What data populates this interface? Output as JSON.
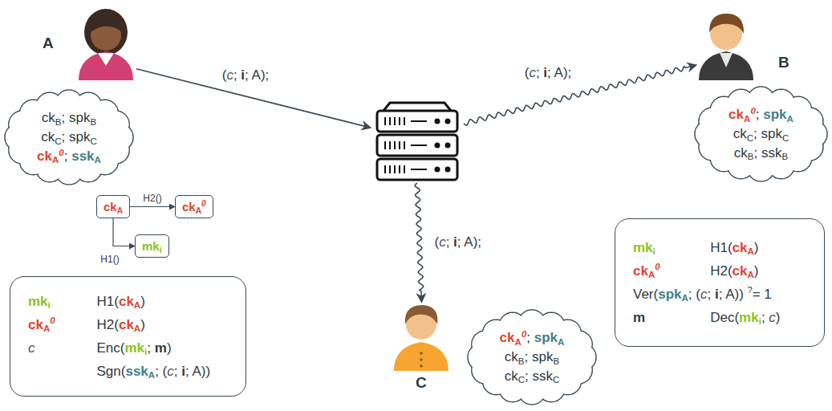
{
  "diagram": {
    "nodes": [
      {
        "text": [
          "A"
        ]
      },
      {
        "text": []
      },
      {
        "text": [
          "B"
        ]
      },
      {
        "text": [
          "ckB; spkB",
          "ckC; spkC",
          "ckA0; sskA"
        ]
      },
      {
        "text": [
          "ckA0; spkA",
          "ckC; spkC",
          "ckB; sskB"
        ]
      },
      {
        "text": [
          "ckA"
        ]
      },
      {
        "text": [
          "ckA0"
        ]
      },
      {
        "text": [
          "mki"
        ]
      },
      {
        "text": [
          "mki",
          "H1(ckA)",
          "ckA0",
          "H2(ckA)",
          "Ver(spkA; (c; i; A)) ?= 1",
          "m",
          "Dec(mki; c)"
        ]
      },
      {
        "text": [
          "C"
        ]
      },
      {
        "text": [
          "ckA0; spkA",
          "ckB; spkB",
          "ckC; sskC"
        ]
      },
      {
        "text": [
          "mki",
          "H1(ckA)",
          "ckA0",
          "H2(ckA)",
          "c",
          "Enc(mki; m)",
          "Sgn(sskA; (c; i; A))"
        ]
      }
    ],
    "edges": [
      {
        "from": 0,
        "to": 1,
        "arrow": "to",
        "label": "(c; i; A);"
      },
      {
        "from": 1,
        "to": 2,
        "arrow": "to",
        "label": "(c; i; A);"
      },
      {
        "from": 1,
        "to": 9,
        "arrow": "to",
        "label": "(c; i; A);"
      },
      {
        "from": 5,
        "to": 6,
        "arrow": "to",
        "label": "H2()"
      },
      {
        "from": 5,
        "to": 7,
        "arrow": "to",
        "label": "H1()"
      }
    ]
  }
}
